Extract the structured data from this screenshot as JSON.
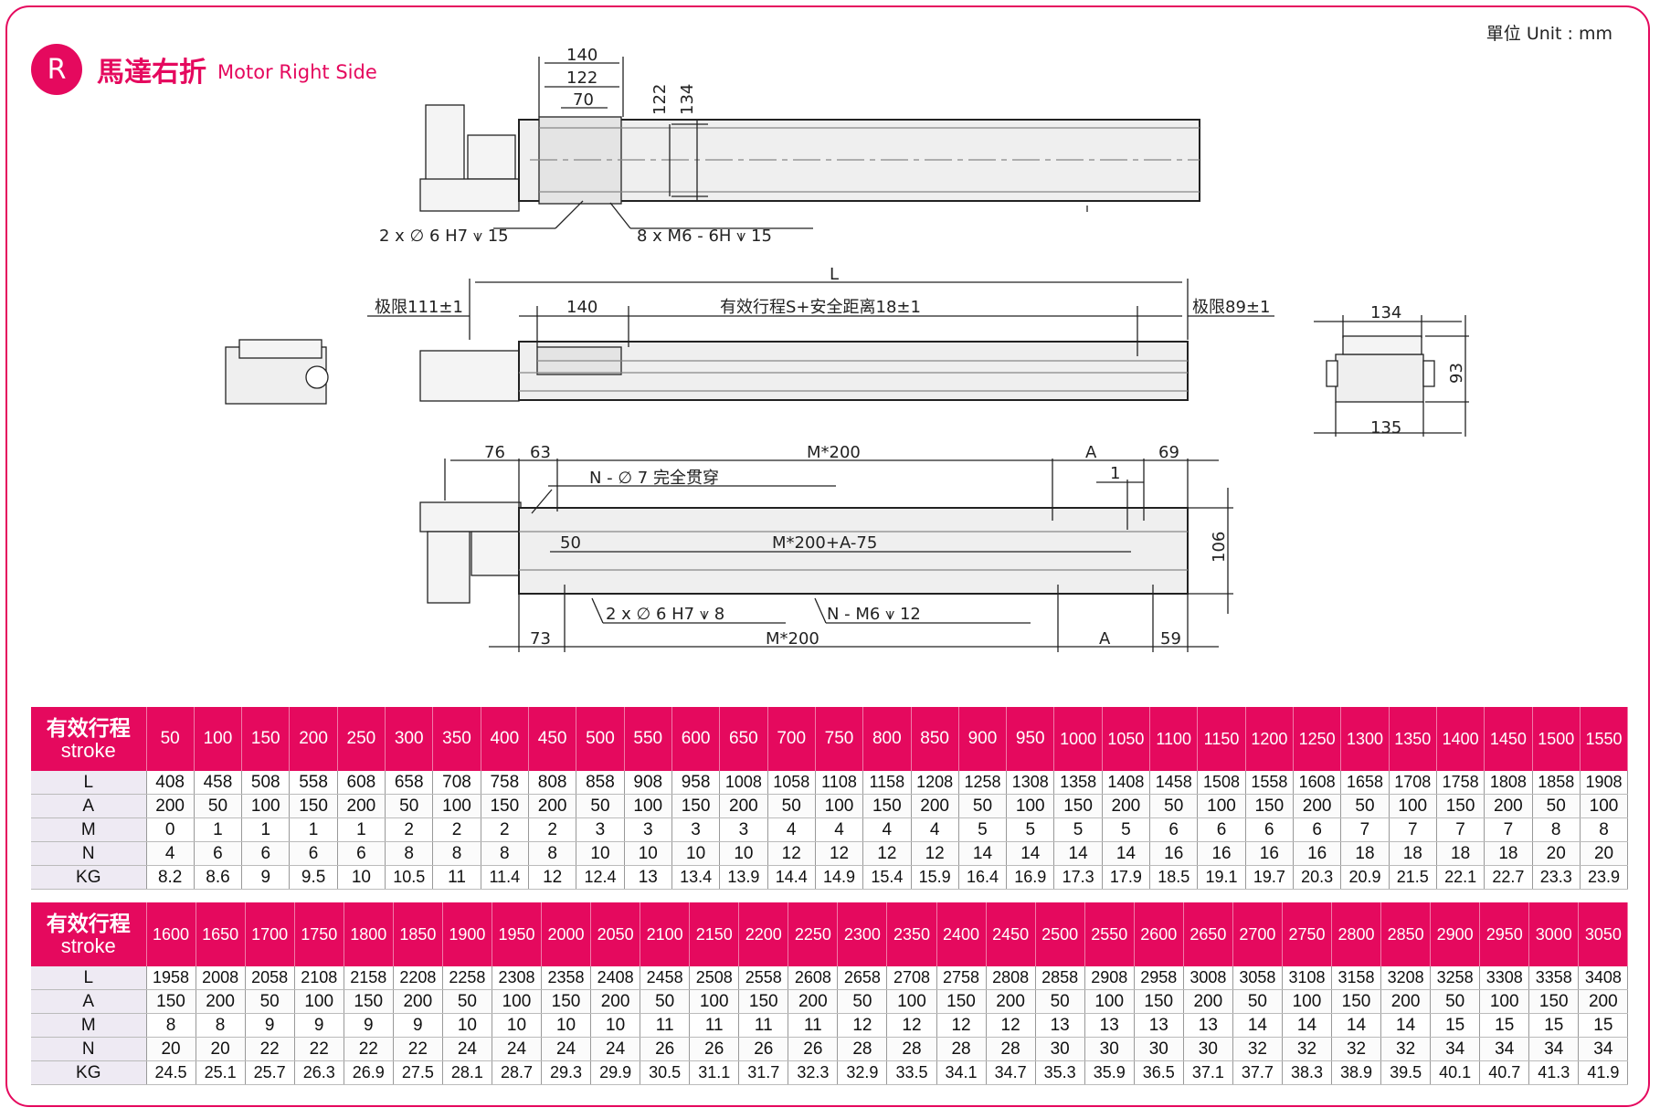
{
  "unit_label": "單位 Unit : mm",
  "header": {
    "badge": "R",
    "title_cn": "馬達右折",
    "title_en": "Motor Right Side"
  },
  "drawing": {
    "top_view": {
      "dim_140": "140",
      "dim_122": "122",
      "dim_70": "70",
      "dim_122v": "122",
      "dim_134v": "134",
      "note_pin": "2 x ∅ 6 H7 ⩛ 15",
      "note_screw": "8 x  M6 - 6H ⩛ 15"
    },
    "side_view": {
      "dim_L": "L",
      "limit_left": "极限111±1",
      "dim_140": "140",
      "stroke_note": "有效行程S+安全距离18±1",
      "limit_right": "极限89±1"
    },
    "end_view": {
      "dim_134": "134",
      "dim_93": "93",
      "dim_135": "135"
    },
    "bottom_view": {
      "dim_76": "76",
      "dim_63": "63",
      "dim_M200": "M*200",
      "dim_A": "A",
      "dim_69": "69",
      "note_through": "N - ∅ 7 完全贯穿",
      "dim_1": "1",
      "dim_50": "50",
      "dim_M200A": "M*200+A-75",
      "dim_106": "106",
      "note_pin": "2 x ∅ 6 H7 ⩛ 8",
      "note_screw": "N -  M6 ⩛ 12",
      "dim_73": "73",
      "dim_M200b": "M*200",
      "dim_Ab": "A",
      "dim_59": "59"
    }
  },
  "colors": {
    "accent": "#e5095e",
    "label_bg": "#eeeaf3",
    "line": "#222222"
  },
  "tables": [
    {
      "header_cn": "有效行程",
      "header_en": "stroke",
      "strokes": [
        "50",
        "100",
        "150",
        "200",
        "250",
        "300",
        "350",
        "400",
        "450",
        "500",
        "550",
        "600",
        "650",
        "700",
        "750",
        "800",
        "850",
        "900",
        "950",
        "1000",
        "1050",
        "1100",
        "1150",
        "1200",
        "1250",
        "1300",
        "1350",
        "1400",
        "1450",
        "1500",
        "1550"
      ],
      "rows": [
        {
          "label": "L",
          "values": [
            "408",
            "458",
            "508",
            "558",
            "608",
            "658",
            "708",
            "758",
            "808",
            "858",
            "908",
            "958",
            "1008",
            "1058",
            "1108",
            "1158",
            "1208",
            "1258",
            "1308",
            "1358",
            "1408",
            "1458",
            "1508",
            "1558",
            "1608",
            "1658",
            "1708",
            "1758",
            "1808",
            "1858",
            "1908"
          ]
        },
        {
          "label": "A",
          "values": [
            "200",
            "50",
            "100",
            "150",
            "200",
            "50",
            "100",
            "150",
            "200",
            "50",
            "100",
            "150",
            "200",
            "50",
            "100",
            "150",
            "200",
            "50",
            "100",
            "150",
            "200",
            "50",
            "100",
            "150",
            "200",
            "50",
            "100",
            "150",
            "200",
            "50",
            "100"
          ]
        },
        {
          "label": "M",
          "values": [
            "0",
            "1",
            "1",
            "1",
            "1",
            "2",
            "2",
            "2",
            "2",
            "3",
            "3",
            "3",
            "3",
            "4",
            "4",
            "4",
            "4",
            "5",
            "5",
            "5",
            "5",
            "6",
            "6",
            "6",
            "6",
            "7",
            "7",
            "7",
            "7",
            "8",
            "8"
          ]
        },
        {
          "label": "N",
          "values": [
            "4",
            "6",
            "6",
            "6",
            "6",
            "8",
            "8",
            "8",
            "8",
            "10",
            "10",
            "10",
            "10",
            "12",
            "12",
            "12",
            "12",
            "14",
            "14",
            "14",
            "14",
            "16",
            "16",
            "16",
            "16",
            "18",
            "18",
            "18",
            "18",
            "20",
            "20"
          ]
        },
        {
          "label": "KG",
          "values": [
            "8.2",
            "8.6",
            "9",
            "9.5",
            "10",
            "10.5",
            "11",
            "11.4",
            "12",
            "12.4",
            "13",
            "13.4",
            "13.9",
            "14.4",
            "14.9",
            "15.4",
            "15.9",
            "16.4",
            "16.9",
            "17.3",
            "17.9",
            "18.5",
            "19.1",
            "19.7",
            "20.3",
            "20.9",
            "21.5",
            "22.1",
            "22.7",
            "23.3",
            "23.9"
          ]
        }
      ]
    },
    {
      "header_cn": "有效行程",
      "header_en": "stroke",
      "strokes": [
        "1600",
        "1650",
        "1700",
        "1750",
        "1800",
        "1850",
        "1900",
        "1950",
        "2000",
        "2050",
        "2100",
        "2150",
        "2200",
        "2250",
        "2300",
        "2350",
        "2400",
        "2450",
        "2500",
        "2550",
        "2600",
        "2650",
        "2700",
        "2750",
        "2800",
        "2850",
        "2900",
        "2950",
        "3000",
        "3050"
      ],
      "rows": [
        {
          "label": "L",
          "values": [
            "1958",
            "2008",
            "2058",
            "2108",
            "2158",
            "2208",
            "2258",
            "2308",
            "2358",
            "2408",
            "2458",
            "2508",
            "2558",
            "2608",
            "2658",
            "2708",
            "2758",
            "2808",
            "2858",
            "2908",
            "2958",
            "3008",
            "3058",
            "3108",
            "3158",
            "3208",
            "3258",
            "3308",
            "3358",
            "3408"
          ]
        },
        {
          "label": "A",
          "values": [
            "150",
            "200",
            "50",
            "100",
            "150",
            "200",
            "50",
            "100",
            "150",
            "200",
            "50",
            "100",
            "150",
            "200",
            "50",
            "100",
            "150",
            "200",
            "50",
            "100",
            "150",
            "200",
            "50",
            "100",
            "150",
            "200",
            "50",
            "100",
            "150",
            "200"
          ]
        },
        {
          "label": "M",
          "values": [
            "8",
            "8",
            "9",
            "9",
            "9",
            "9",
            "10",
            "10",
            "10",
            "10",
            "11",
            "11",
            "11",
            "11",
            "12",
            "12",
            "12",
            "12",
            "13",
            "13",
            "13",
            "13",
            "14",
            "14",
            "14",
            "14",
            "15",
            "15",
            "15",
            "15"
          ]
        },
        {
          "label": "N",
          "values": [
            "20",
            "20",
            "22",
            "22",
            "22",
            "22",
            "24",
            "24",
            "24",
            "24",
            "26",
            "26",
            "26",
            "26",
            "28",
            "28",
            "28",
            "28",
            "30",
            "30",
            "30",
            "30",
            "32",
            "32",
            "32",
            "32",
            "34",
            "34",
            "34",
            "34"
          ]
        },
        {
          "label": "KG",
          "values": [
            "24.5",
            "25.1",
            "25.7",
            "26.3",
            "26.9",
            "27.5",
            "28.1",
            "28.7",
            "29.3",
            "29.9",
            "30.5",
            "31.1",
            "31.7",
            "32.3",
            "32.9",
            "33.5",
            "34.1",
            "34.7",
            "35.3",
            "35.9",
            "36.5",
            "37.1",
            "37.7",
            "38.3",
            "38.9",
            "39.5",
            "40.1",
            "40.7",
            "41.3",
            "41.9"
          ]
        }
      ]
    }
  ]
}
